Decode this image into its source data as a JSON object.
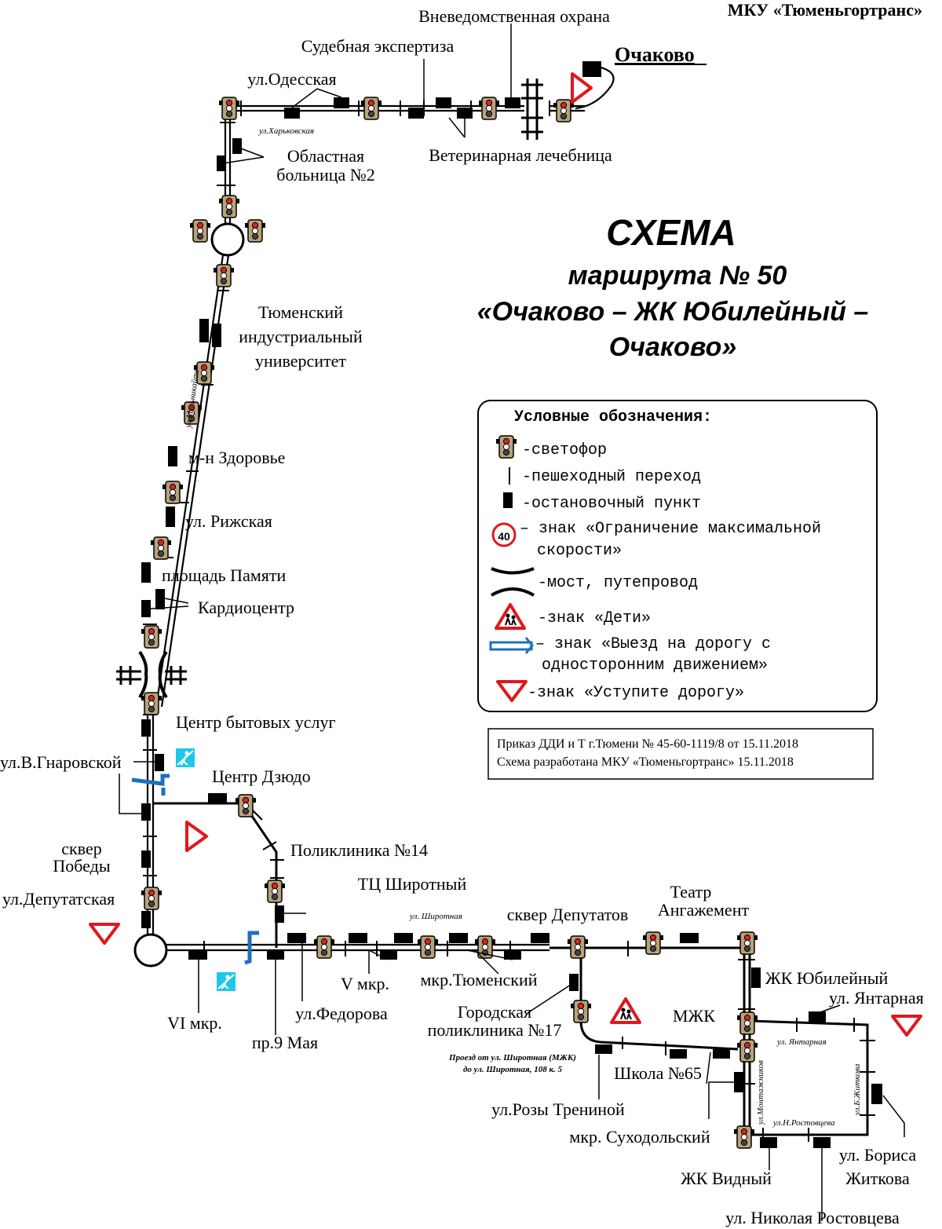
{
  "organization": "МКУ «Тюменьгортранс»",
  "title": {
    "line1": "СХЕМА",
    "line2": "маршрута № 50",
    "line3": "«Очаково – ЖК Юбилейный –",
    "line4": "Очаково»"
  },
  "legend": {
    "heading": "Условные обозначения:",
    "items": {
      "traffic_light": "-светофор",
      "crosswalk": "-пешеходный переход",
      "stop": "-остановочный пункт",
      "speed_limit_1": "– знак «Ограничение максимальной",
      "speed_limit_2": "скорости»",
      "speed_limit_value": "40",
      "bridge": "-мост, путепровод",
      "children": "-знак «Дети»",
      "one_way_1": "– знак «Выезд на дорогу с",
      "one_way_2": "односторонним движением»",
      "yield": "-знак «Уступите дорогу»"
    }
  },
  "order_note": {
    "line1": "Приказ ДДИ и Т г.Тюмени № 45-60-1119/8 от 15.11.2018",
    "line2": "Схема разработана МКУ «Тюменьгортранс» 15.11.2018"
  },
  "terminal": "Очаково",
  "stops": {
    "vnevedomstvennaya": "Вневедомственная охрана",
    "sudebnaya": "Судебная экспертиза",
    "odesskaya": "ул.Одесская",
    "veterinarnaya": "Ветеринарная лечебница",
    "oblastnaya_1": "Областная",
    "oblastnaya_2": "больница №2",
    "tiu_1": "Тюменский",
    "tiu_2": "индустриальный",
    "tiu_3": "университет",
    "zdorovie": "м-н Здоровье",
    "rizhskaya": "ул. Рижская",
    "ploshchad": "площадь Памяти",
    "kardio": "Кардиоцентр",
    "cbu": "Центр бытовых услуг",
    "gnarovskoy": "ул.В.Гнаровской",
    "judo": "Центр Дзюдо",
    "skver_pobedy_1": "сквер",
    "skver_pobedy_2": "Победы",
    "poliklinika14": "Поликлиника №14",
    "deputatskaya": "ул.Депутатская",
    "tc_shirotny": "ТЦ Широтный",
    "skver_deputatov": "сквер Депутатов",
    "teatr_1": "Театр",
    "teatr_2": "Ангажемент",
    "v_mkr": "V мкр.",
    "tyumensky": "мкр.Тюменский",
    "fedorova": "ул.Федорова",
    "vi_mkr": "VI мкр.",
    "pr9maya": "пр.9 Мая",
    "gor_poli_1": "Городская",
    "gor_poli_2": "поликлиника №17",
    "jk_jubileyny": "ЖК Юбилейный",
    "yantarnaya": "ул. Янтарная",
    "mzhk": "МЖК",
    "shkola65": "Школа №65",
    "roza": "ул.Розы Трениной",
    "sukhodolsky": "мкр. Суходольский",
    "jk_vidny": "ЖК Видный",
    "zhitkova_1": "ул. Бориса",
    "zhitkova_2": "Житкова",
    "rostovtseva": "ул. Николая Ростовцева"
  },
  "streets": {
    "kharkovskaya": "ул.Харьковская",
    "melnikaite": "ул.Мельникайте",
    "shirotnaya": "ул. Широтная",
    "yantarnaya": "ул. Янтарная",
    "montazhnikov": "ул.Монтажников",
    "zhitkova": "ул.Б.Житкова",
    "rostovtseva": "ул.Н.Ростовцева"
  },
  "passage_note": {
    "line1": "Проезд от ул. Широтная (МЖК)",
    "line2": "до ул. Широтная, 108 к. 5"
  },
  "colors": {
    "route": "#000000",
    "sign_red": "#e0181b",
    "one_way_blue": "#1f6fc0",
    "pedestrian_cyan": "#1ec8e8",
    "light_body": "#b8a27a"
  }
}
